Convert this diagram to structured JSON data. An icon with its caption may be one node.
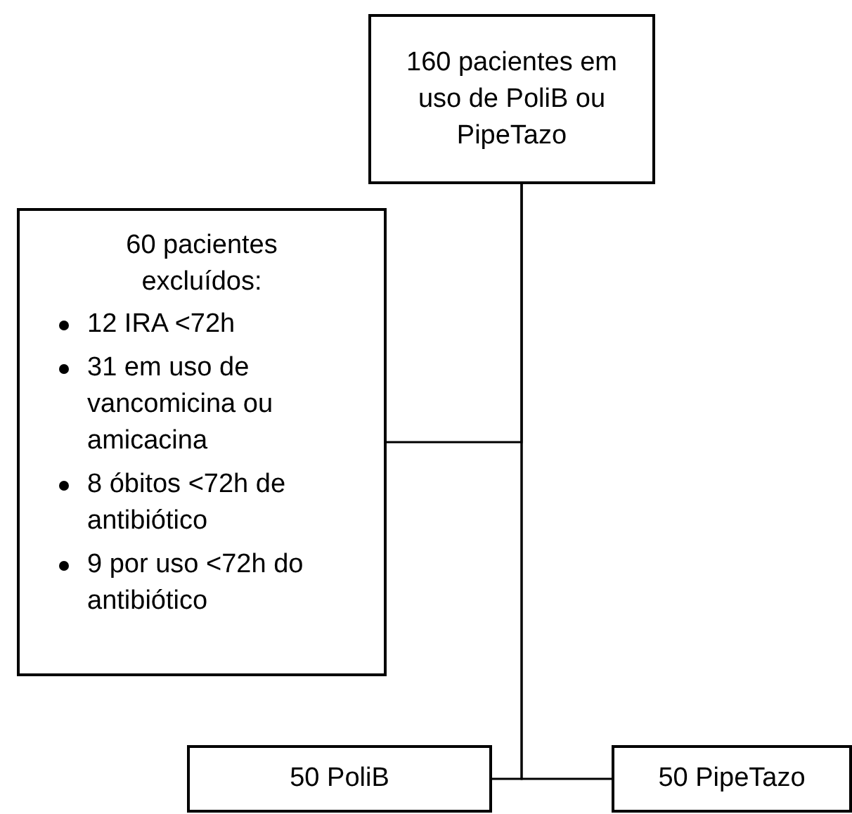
{
  "diagram": {
    "nodes": [
      {
        "text": [
          "160 pacientes em uso de PoliB ou PipeTazo"
        ]
      },
      {
        "text": [
          "60 pacientes excluídos:",
          "12 IRA <72h",
          "31 em uso de vancomicina ou amicacina",
          "8 óbitos <72h de antibiótico",
          "9 por uso <72h do antibiótico"
        ]
      },
      {
        "text": [
          "50 PoliB"
        ]
      },
      {
        "text": [
          "50 PipeTazo"
        ]
      }
    ],
    "edges": [
      {
        "from": 0,
        "to": 1,
        "arrow": "none"
      },
      {
        "from": 0,
        "to": 2,
        "arrow": "none"
      },
      {
        "from": 0,
        "to": 3,
        "arrow": "none"
      }
    ]
  }
}
